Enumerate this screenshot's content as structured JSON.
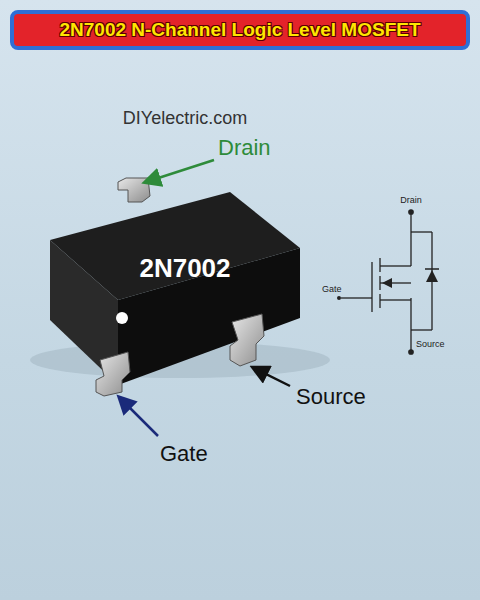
{
  "diagram": {
    "title": "2N7002 N-Channel Logic Level MOSFET",
    "nodes": [
      {
        "text": [
          "2N7002"
        ]
      }
    ],
    "labels": [
      "DIYelectric.com",
      "Drain",
      "Gate",
      "Source",
      "Drain",
      "Gate",
      "Source"
    ]
  }
}
